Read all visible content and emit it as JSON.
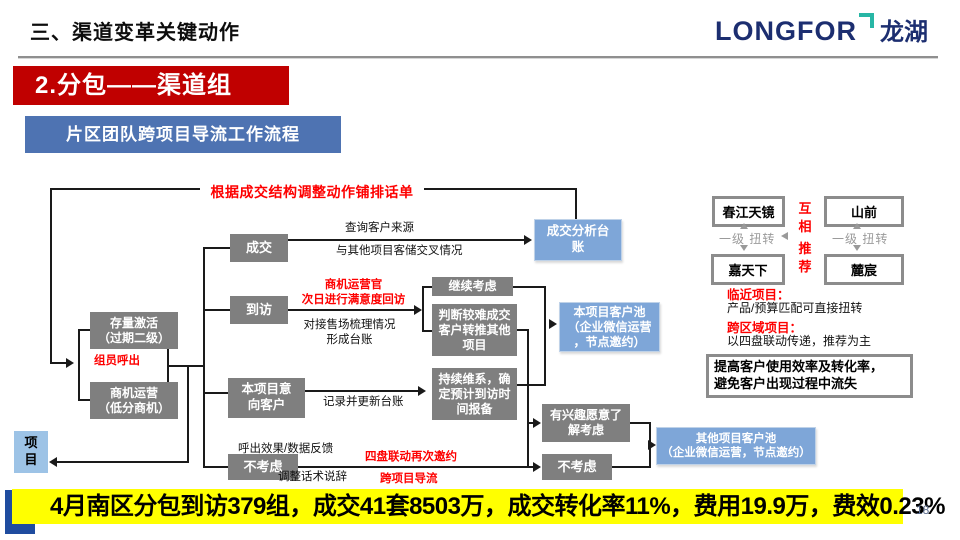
{
  "header": {
    "title": "三、渠道变革关键动作",
    "logo_en": "LONGFOR",
    "logo_cn": "龙湖",
    "page_number": "18"
  },
  "banner_red": "2.分包——渠道组",
  "banner_blue": "片区团队跨项目导流工作流程",
  "flow": {
    "title": "根据成交结构调整动作铺排话单",
    "nodes": {
      "stock": "存量激活\n（过期二级）",
      "biz_ops": "商机运营\n（低分商机）",
      "project": "项\n目",
      "deal": "成交",
      "visit": "到访",
      "intent": "本项目意\n向客户",
      "reject1": "不考虑",
      "deal_ledger": "成交分析台\n账",
      "keep": "继续考虑",
      "hard": "判断较难成交\n客户转推其他\n项目",
      "maintain": "持续维系，确\n定预计到访时\n间报备",
      "own_pool": "本项目客户池\n（企业微信运营\n，节点邀约）",
      "interested": "有兴趣愿意了\n解考虑",
      "reject2": "不考虑",
      "other_pool": "其他项目客户池\n（企业微信运营，节点邀约）"
    },
    "labels": {
      "member_callout": "组员呼出",
      "callout_feedback": "呼出效果/数据反馈",
      "adjust_script": "调整话术说辞",
      "query_source": "查询客户来源",
      "cross_check": "与其他项目客储交叉情况",
      "ops_officer": "商机运营官\n次日进行满意度回访",
      "field_sort": "对接售场梳理情况\n形成台账",
      "record_update": "记录并更新台账",
      "four_projects": "四盘联动再次邀约",
      "cross_flow": "跨项目导流"
    }
  },
  "panel": {
    "projects": [
      "春江天镜",
      "山前",
      "嘉天下",
      "麓宸"
    ],
    "level_swap": "一级 扭转",
    "mutual_top": "互\n相",
    "mutual_bottom": "推\n荐",
    "nearby_title": "临近项目：",
    "nearby_desc": "产品/预算匹配可直接扭转",
    "cross_title": "跨区域项目：",
    "cross_desc": "以四盘联动传递，推荐为主",
    "highlight": "提高客户使用效率及转化率，\n避免客户出现过程中流失"
  },
  "footer": {
    "text": "4月南区分包到访379组，成交41套8503万，成交转化率11%，费用19.9万，费效0.23%"
  }
}
